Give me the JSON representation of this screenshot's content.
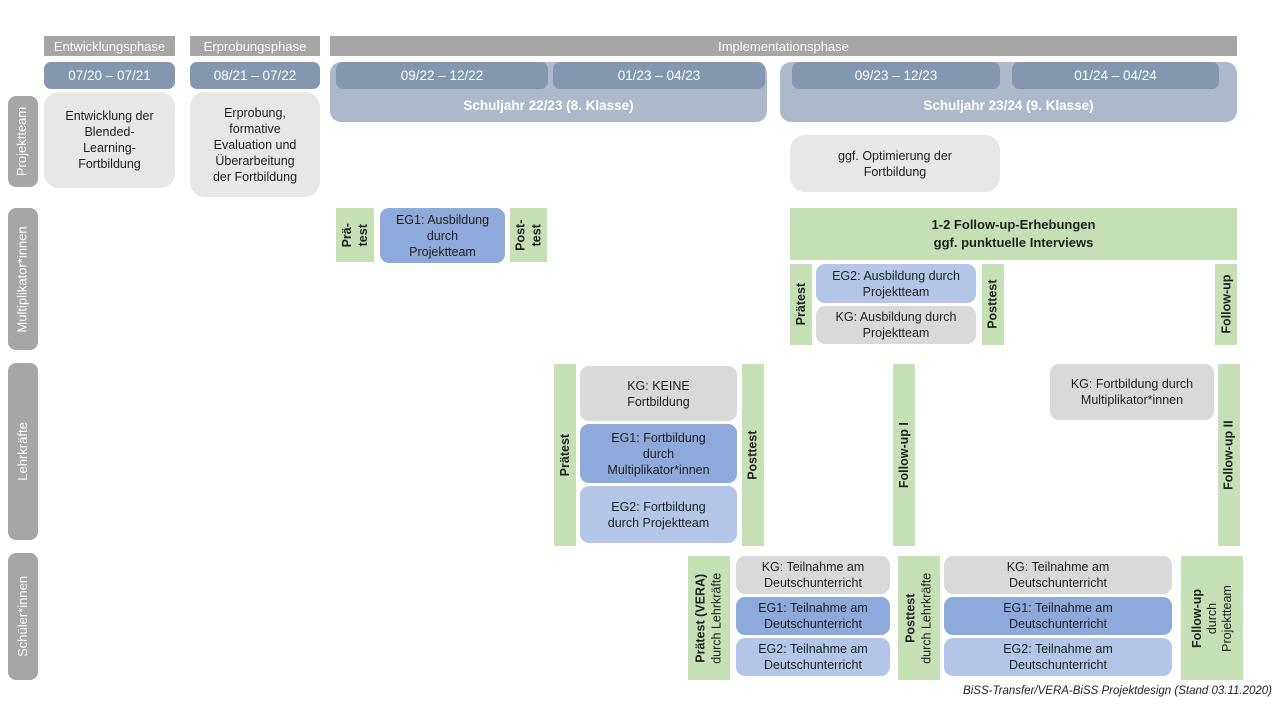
{
  "caption": "BiSS-Transfer/VERA-BiSS Projektdesign (Stand 03.11.2020)",
  "colors": {
    "phase_header_gray": "#A6A6A6",
    "row_label_gray": "#A6A6A6",
    "date_box_blue": "#8497B0",
    "year_band_blue": "#ADB9CA",
    "project_box_gray": "#E8E7E7",
    "kg_box_gray": "#D9D9D9",
    "eg1_box_blue": "#8EA9DB",
    "eg2_box_blue": "#B4C6E7",
    "test_bar_green": "#C5E0B4"
  },
  "phases": [
    {
      "label": "Entwicklungsphase"
    },
    {
      "label": "Erprobungsphase"
    },
    {
      "label": "Implementationsphase"
    }
  ],
  "timeline": {
    "dates": [
      "07/20 – 07/21",
      "08/21 – 07/22",
      "09/22 – 12/22",
      "01/23 – 04/23",
      "09/23 – 12/23",
      "01/24 – 04/24"
    ],
    "years": [
      "Schuljahr 22/23 (8. Klasse)",
      "Schuljahr 23/24 (9. Klasse)"
    ]
  },
  "row_labels": [
    "Projektteam",
    "Multiplikator*innen",
    "Lehrkräfte",
    "Schüler*innen"
  ],
  "projektteam": {
    "entwicklung": "Entwicklung der\nBlended-\nLearning-\nFortbildung",
    "erprobung": "Erprobung,\nformative\nEvaluation und\nÜberarbeitung\nder Fortbildung",
    "optimierung": "ggf. Optimierung der\nFortbildung"
  },
  "multiplikatoren": {
    "praetest1_line1": "Prä-",
    "praetest1_line2": "test",
    "eg1": "EG1: Ausbildung\ndurch\nProjektteam",
    "posttest1_line1": "Post-",
    "posttest1_line2": "test",
    "followup_banner": "1-2 Follow-up-Erhebungen\nggf. punktuelle Interviews",
    "praetest2": "Prätest",
    "eg2": "EG2: Ausbildung durch\nProjektteam",
    "kg": "KG: Ausbildung durch\nProjektteam",
    "posttest2": "Posttest",
    "followup": "Follow-up"
  },
  "lehrkraefte": {
    "praetest": "Prätest",
    "kg": "KG: KEINE\nFortbildung",
    "eg1": "EG1: Fortbildung\ndurch\nMultiplikator*innen",
    "eg2": "EG2: Fortbildung\ndurch Projektteam",
    "posttest": "Posttest",
    "followup1": "Follow-up I",
    "kg_mult": "KG: Fortbildung durch\nMultiplikator*innen",
    "followup2": "Follow-up II"
  },
  "schueler": {
    "praetest_line1": "Prätest (VERA)",
    "praetest_line2": "durch Lehrkräfte",
    "kg1": "KG: Teilnahme am\nDeutschunterricht",
    "eg1a": "EG1: Teilnahme am\nDeutschunterricht",
    "eg2a": "EG2: Teilnahme am\nDeutschunterricht",
    "posttest_line1": "Posttest",
    "posttest_line2": "durch Lehrkräfte",
    "kg2": "KG: Teilnahme am\nDeutschunterricht",
    "eg1b": "EG1: Teilnahme am\nDeutschunterricht",
    "eg2b": "EG2: Teilnahme am\nDeutschunterricht",
    "followup_line1": "Follow-up",
    "followup_line2": "durch",
    "followup_line3": "Projektteam"
  }
}
